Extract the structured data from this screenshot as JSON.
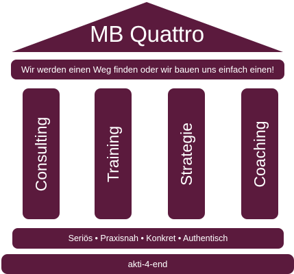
{
  "colors": {
    "brand": "#5b1a3d",
    "text_on_brand": "#ffffff",
    "background": "#ffffff"
  },
  "roof": {
    "title": "MB Quattro"
  },
  "motto": "Wir werden einen Weg finden oder wir bauen uns einfach einen!",
  "pillars": [
    {
      "label": "Consulting"
    },
    {
      "label": "Training"
    },
    {
      "label": "Strategie"
    },
    {
      "label": "Coaching"
    }
  ],
  "values_line": "Seriös • Praxisnah • Konkret • Authentisch",
  "base": "akti-4-end"
}
